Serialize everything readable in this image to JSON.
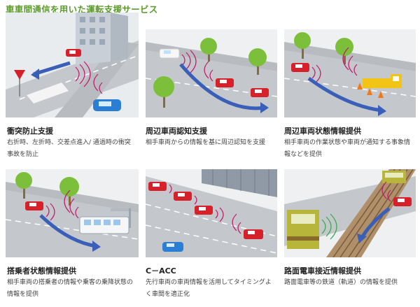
{
  "page": {
    "title": "車車間通信を用いた運転支援サービス"
  },
  "panels": [
    {
      "title": "衝突防止支援",
      "desc": "右折時、左折時、交差点進入/ 通過時の衝突事故を防止"
    },
    {
      "title": "周辺車両認知支援",
      "desc": "相手車両からの情報を基に周辺認知を支援"
    },
    {
      "title": "周辺車両状態情報提供",
      "desc": "相手車両の作業状態や車両が通知する事象情報などを提供"
    },
    {
      "title": "搭乗者状態情報提供",
      "desc": "相手車両の搭乗者の情報や乗客の乗降状態の情報を提供"
    },
    {
      "title": "C－ACC",
      "desc": "先行車両の車両情報を活用してタイミングよく車間を適正化"
    },
    {
      "title": "路面電車接近情報提供",
      "desc": "路面電車等の鉄道（軌道）の情報を提供"
    }
  ],
  "colors": {
    "title": "#5a9a2a",
    "road": "#c4c8cc",
    "car_red": "#d6202a",
    "car_blue": "#2a7fd4",
    "tree": "#7cbf3a",
    "wave": "#c2186b",
    "arrow": "#3a5fb8"
  }
}
